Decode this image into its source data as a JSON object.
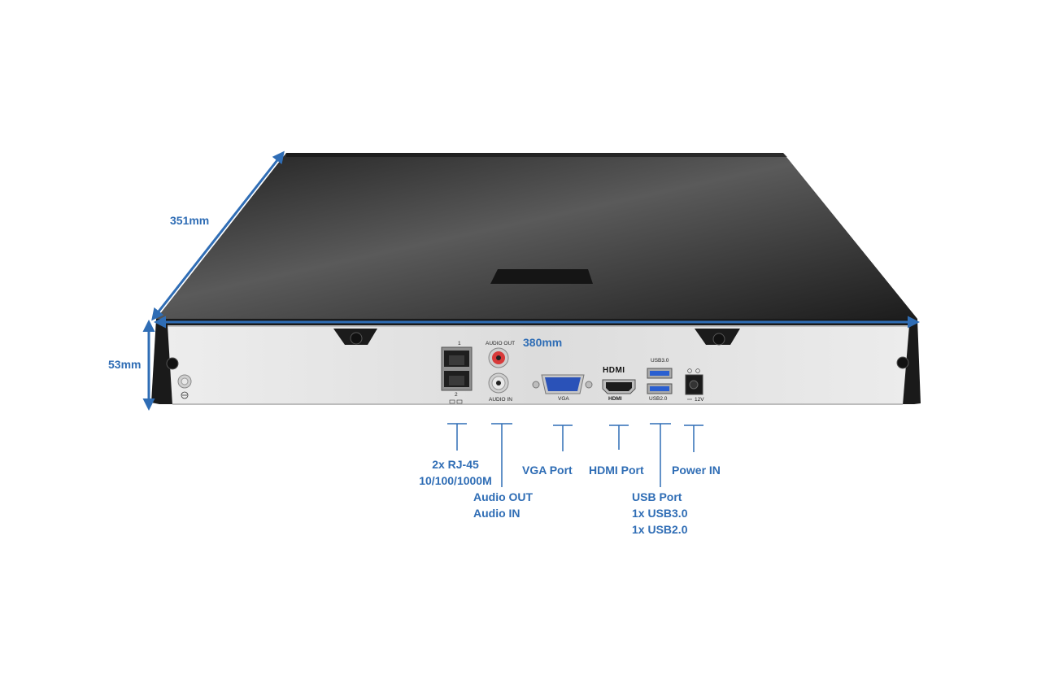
{
  "dimensions": {
    "depth": "351mm",
    "width": "380mm",
    "height": "53mm"
  },
  "panel_labels": {
    "lan_top": "1",
    "lan_bottom": "2",
    "audio_out": "AUDIO OUT",
    "audio_in": "AUDIO IN",
    "vga": "VGA",
    "hdmi": "HDMI",
    "usb30": "USB3.0",
    "usb20": "USB2.0",
    "power": "12V"
  },
  "callouts": {
    "rj45": {
      "line1": "2x RJ-45",
      "line2": "10/100/1000M"
    },
    "audio": {
      "line1": "Audio OUT",
      "line2": "Audio IN"
    },
    "vga": "VGA Port",
    "hdmi": "HDMI Port",
    "usb": {
      "line1": "USB Port",
      "line2": "1x USB3.0",
      "line3": "1x USB2.0"
    },
    "power": "Power IN"
  },
  "colors": {
    "accent": "#2f6db5",
    "top_cover": "#3a3a3a",
    "panel": "#e4e4e4",
    "usb_blue": "#2a5fd0"
  }
}
